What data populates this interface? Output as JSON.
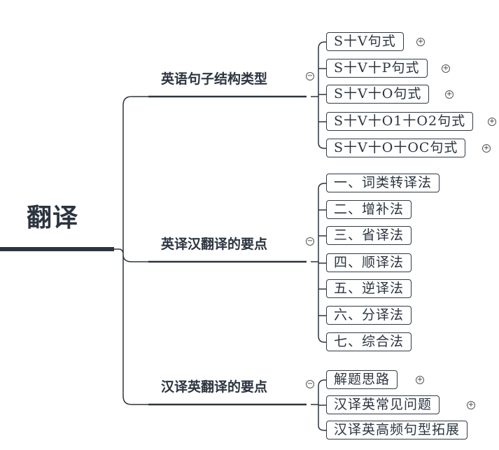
{
  "root": {
    "label": "翻译"
  },
  "branches": [
    {
      "label": "英语句子结构类型",
      "toggle": "−",
      "children": [
        {
          "label": "S十V句式",
          "toggle": "+"
        },
        {
          "label": "S十V十P句式",
          "toggle": "+"
        },
        {
          "label": "S十V十O句式",
          "toggle": "+"
        },
        {
          "label": "S十V十O1十O2句式",
          "toggle": "+"
        },
        {
          "label": "S十V十O十OC句式",
          "toggle": "+"
        }
      ]
    },
    {
      "label": "英译汉翻译的要点",
      "toggle": "−",
      "children": [
        {
          "label": "一、词类转译法"
        },
        {
          "label": "二、增补法"
        },
        {
          "label": "三、省译法"
        },
        {
          "label": "四、顺译法"
        },
        {
          "label": "五、逆译法"
        },
        {
          "label": "六、分译法"
        },
        {
          "label": "七、综合法"
        }
      ]
    },
    {
      "label": "汉译英翻译的要点",
      "toggle": "−",
      "children": [
        {
          "label": "解题思路",
          "toggle": "+"
        },
        {
          "label": "汉译英常见问题",
          "toggle": "+"
        },
        {
          "label": "汉译英高频句型拓展"
        }
      ]
    }
  ]
}
